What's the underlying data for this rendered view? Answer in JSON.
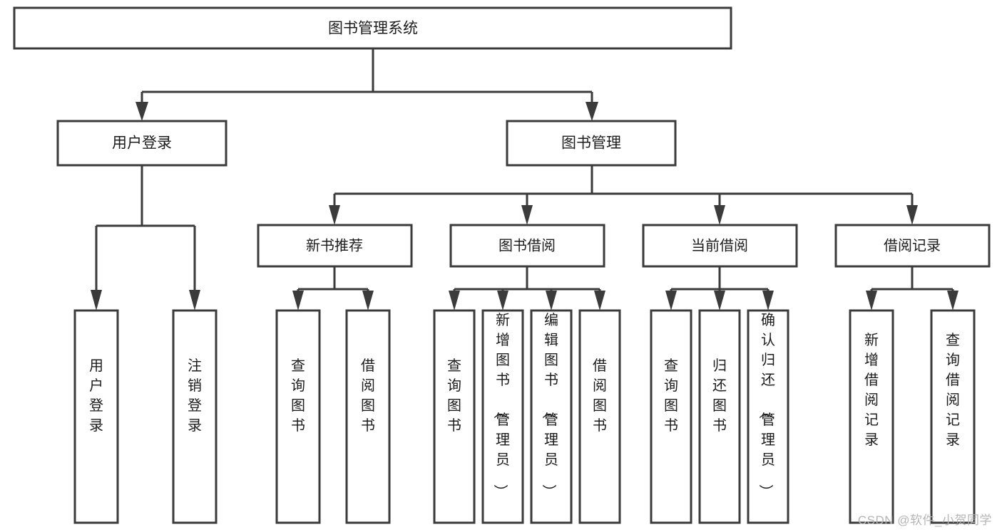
{
  "diagram": {
    "title": "图书管理系统",
    "type": "tree-hierarchy",
    "watermark": "CSDN @软件_小贺同学",
    "colors": {
      "background": "#ffffff",
      "box_fill": "#ffffff",
      "box_stroke": "#3b3b3b",
      "connector": "#3b3b3b",
      "text": "#1c1c1c",
      "watermark": "#b4b4b4"
    },
    "root": {
      "label": "图书管理系统"
    },
    "level2": [
      {
        "label": "用户登录"
      },
      {
        "label": "图书管理"
      }
    ],
    "level3": [
      {
        "label": "新书推荐"
      },
      {
        "label": "图书借阅"
      },
      {
        "label": "当前借阅"
      },
      {
        "label": "借阅记录"
      }
    ],
    "leaves": {
      "user_login": [
        {
          "label": "用户登录"
        },
        {
          "label": "注销登录"
        }
      ],
      "new_book_recommend": [
        {
          "label": "查询图书"
        },
        {
          "label": "借阅图书"
        }
      ],
      "book_borrow": [
        {
          "label": "查询图书"
        },
        {
          "label": "新增图书（管理员）"
        },
        {
          "label": "编辑图书（管理员）"
        },
        {
          "label": "借阅图书"
        }
      ],
      "current_borrow": [
        {
          "label": "查询图书"
        },
        {
          "label": "归还图书"
        },
        {
          "label": "确认归还（管理员）"
        }
      ],
      "borrow_record": [
        {
          "label": "新增借阅记录"
        },
        {
          "label": "查询借阅记录"
        }
      ]
    }
  }
}
